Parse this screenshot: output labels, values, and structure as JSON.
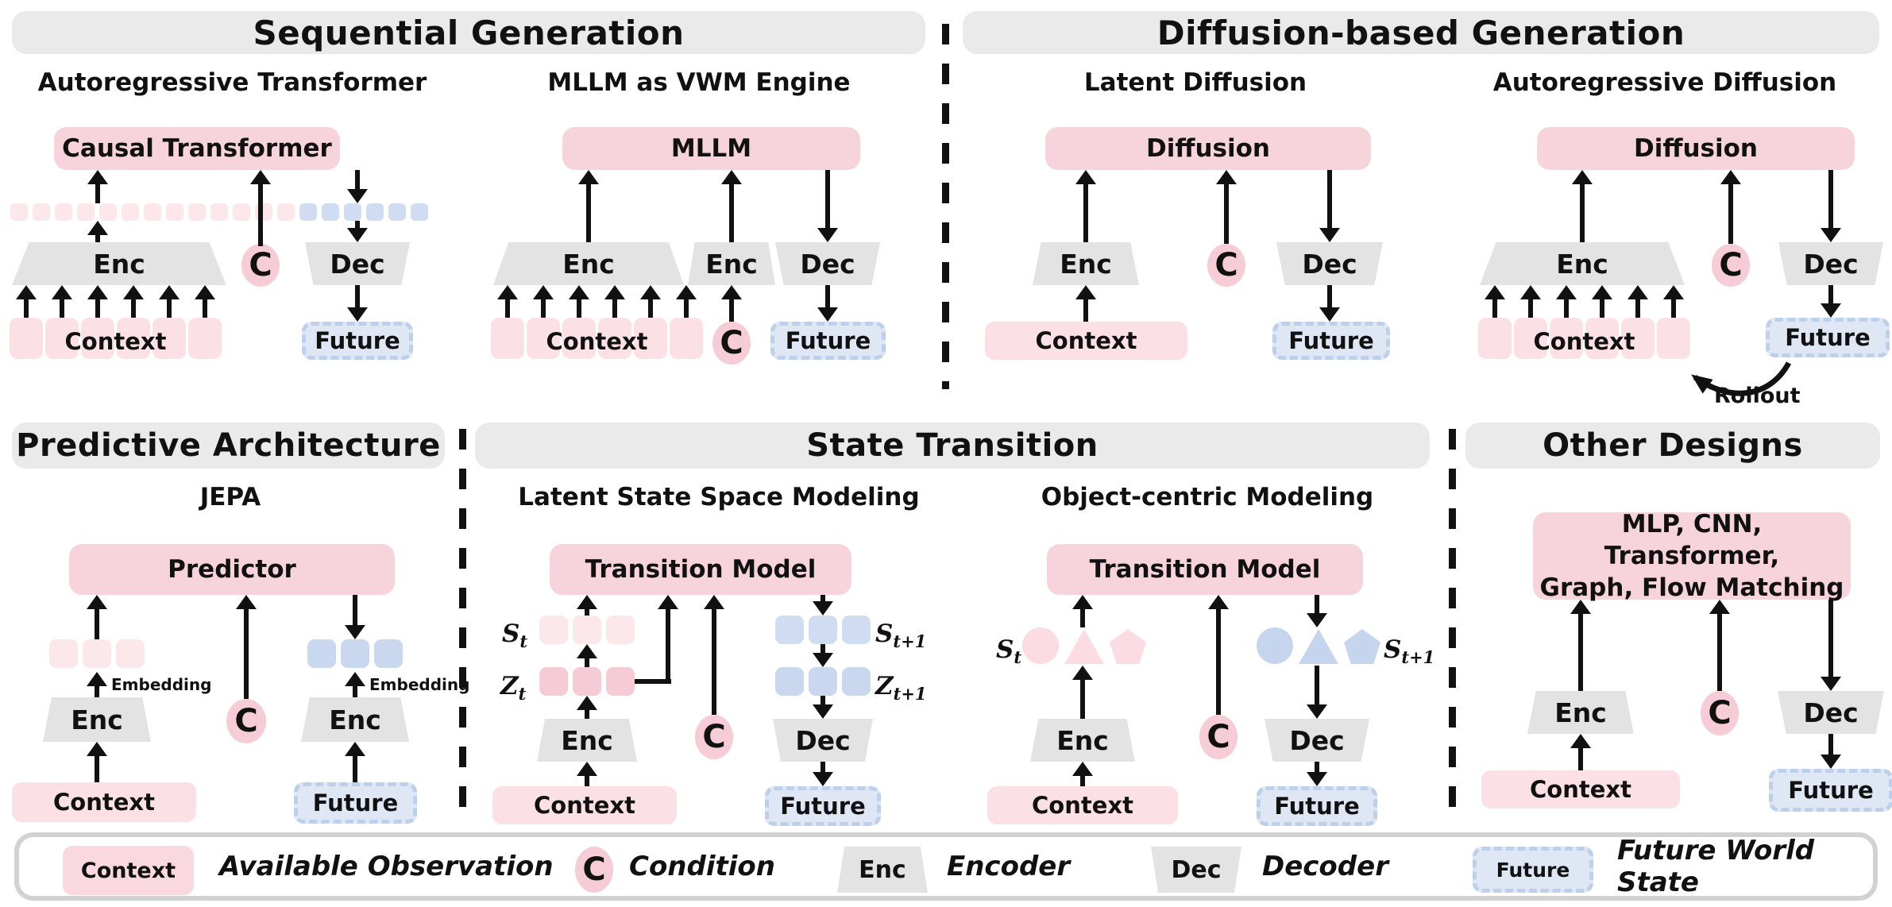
{
  "sections": {
    "seq": {
      "title": "Sequential Generation"
    },
    "diff": {
      "title": "Diffusion-based Generation"
    },
    "pred": {
      "title": "Predictive Architecture"
    },
    "state": {
      "title": "State Transition"
    },
    "other": {
      "title": "Other Designs"
    }
  },
  "panels": {
    "art": {
      "subtitle": "Autoregressive Transformer",
      "model": "Causal Transformer",
      "enc": "Enc",
      "cond": "C",
      "dec": "Dec",
      "context": "Context",
      "future": "Future"
    },
    "mllm": {
      "subtitle": "MLLM as VWM Engine",
      "model": "MLLM",
      "enc1": "Enc",
      "enc2": "Enc",
      "cond": "C",
      "dec": "Dec",
      "context": "Context",
      "future": "Future"
    },
    "latent": {
      "subtitle": "Latent Diffusion",
      "model": "Diffusion",
      "enc": "Enc",
      "cond": "C",
      "dec": "Dec",
      "context": "Context",
      "future": "Future"
    },
    "ardiff": {
      "subtitle": "Autoregressive Diffusion",
      "model": "Diffusion",
      "enc": "Enc",
      "cond": "C",
      "dec": "Dec",
      "context": "Context",
      "future": "Future",
      "rollout": "Rollout"
    },
    "jepa": {
      "subtitle": "JEPA",
      "model": "Predictor",
      "embedding_left": "Embedding",
      "embedding_right": "Embedding",
      "enc1": "Enc",
      "enc2": "Enc",
      "cond": "C",
      "context": "Context",
      "future": "Future"
    },
    "lssm": {
      "subtitle": "Latent State Space Modeling",
      "model": "Transition Model",
      "s_t": {
        "base": "S",
        "sub": "t"
      },
      "z_t": {
        "base": "Z",
        "sub": "t"
      },
      "s_t1": {
        "base": "S",
        "sub": "t+1"
      },
      "z_t1": {
        "base": "Z",
        "sub": "t+1"
      },
      "enc": "Enc",
      "cond": "C",
      "dec": "Dec",
      "context": "Context",
      "future": "Future"
    },
    "objc": {
      "subtitle": "Object-centric Modeling",
      "model": "Transition Model",
      "s_t": {
        "base": "S",
        "sub": "t"
      },
      "s_t1": {
        "base": "S",
        "sub": "t+1"
      },
      "enc": "Enc",
      "cond": "C",
      "dec": "Dec",
      "context": "Context",
      "future": "Future"
    },
    "otherd": {
      "model_line1": "MLP, CNN, Transformer,",
      "model_line2": "Graph, Flow Matching",
      "enc": "Enc",
      "cond": "C",
      "dec": "Dec",
      "context": "Context",
      "future": "Future"
    }
  },
  "legend": {
    "items": [
      {
        "sample": "Context",
        "label": "Available Observation"
      },
      {
        "sample": "C",
        "label": "Condition"
      },
      {
        "sample": "Enc",
        "label": "Encoder"
      },
      {
        "sample": "Dec",
        "label": "Decoder"
      },
      {
        "sample": "Future",
        "label": "Future World State"
      }
    ]
  },
  "colors": {
    "pink_box": "#f7d4db",
    "pink_light": "#fbe1e6",
    "pink_token": "#fce7ea",
    "pink_deep": "#f5ccd5",
    "blue_token": "#c9d8ef",
    "blue_light": "#cfdcf2",
    "future_fill": "#dfe7f4",
    "future_border": "#bcd0ec",
    "gray_header": "#eaeaea",
    "gray_trap": "#e3e3e3",
    "cond_fill": "#f6ccd6",
    "ink": "#111111"
  }
}
